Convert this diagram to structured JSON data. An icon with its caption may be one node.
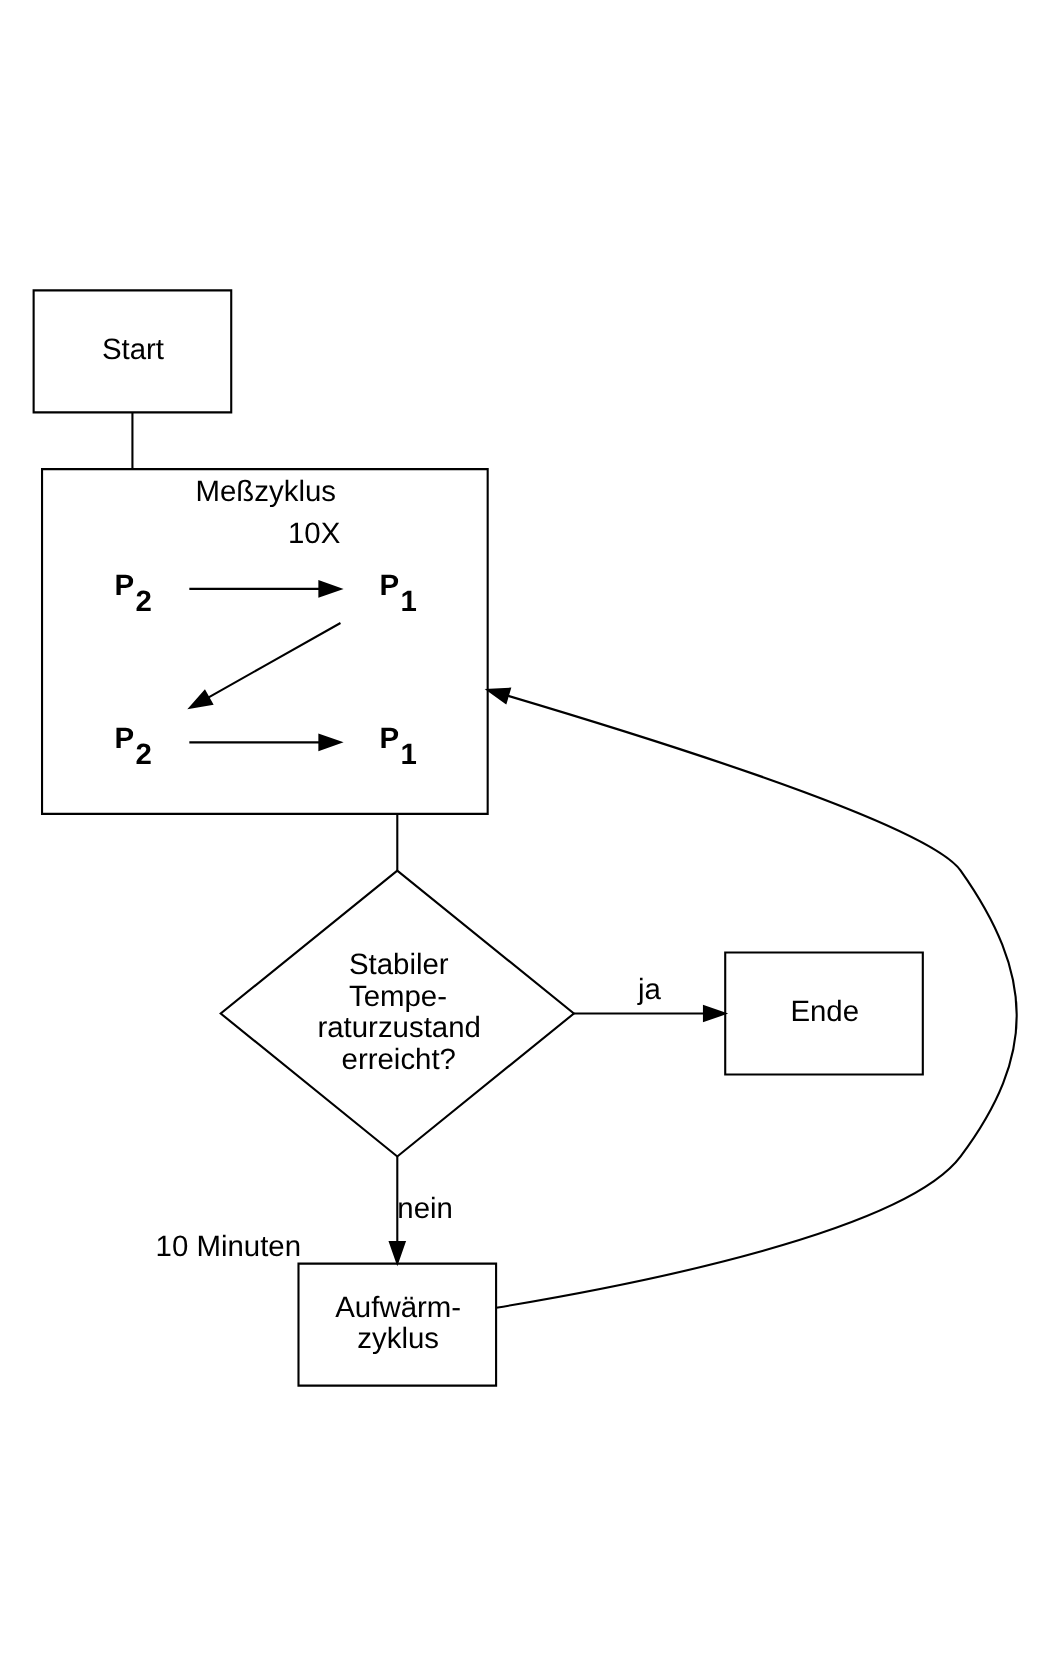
{
  "diagram": {
    "nodes": [
      {
        "text": [
          "Start"
        ]
      },
      {
        "text": [
          "Meßzyklus"
        ],
        "beside": [
          "10X"
        ]
      },
      {
        "text": [
          "P$_{2}$"
        ],
        "in": 1
      },
      {
        "text": [
          "P$_{1}$"
        ],
        "in": 1
      },
      {
        "text": [
          "P$_{2}$"
        ],
        "in": 1
      },
      {
        "text": [
          "P$_{1}$"
        ],
        "in": 1
      },
      {
        "text": [
          "Stabiler Tempe- raturzustand erreicht?"
        ]
      },
      {
        "text": [
          "Ende"
        ]
      },
      {
        "text": [
          "Aufwärm- zyklus"
        ],
        "beside": [
          "10 Minuten"
        ]
      }
    ],
    "edges": [
      {
        "from": 0,
        "to": 1,
        "arrow": "none"
      },
      {
        "from": 2,
        "to": 3,
        "arrow": "to"
      },
      {
        "from": 3,
        "to": 4,
        "arrow": "to"
      },
      {
        "from": 4,
        "to": 5,
        "arrow": "to"
      },
      {
        "from": 1,
        "to": 6,
        "arrow": "none"
      },
      {
        "from": 6,
        "to": 7,
        "arrow": "to",
        "label": "ja"
      },
      {
        "from": 6,
        "to": 8,
        "arrow": "to",
        "label": "nein"
      },
      {
        "from": 8,
        "to": 1,
        "arrow": "to"
      }
    ]
  }
}
